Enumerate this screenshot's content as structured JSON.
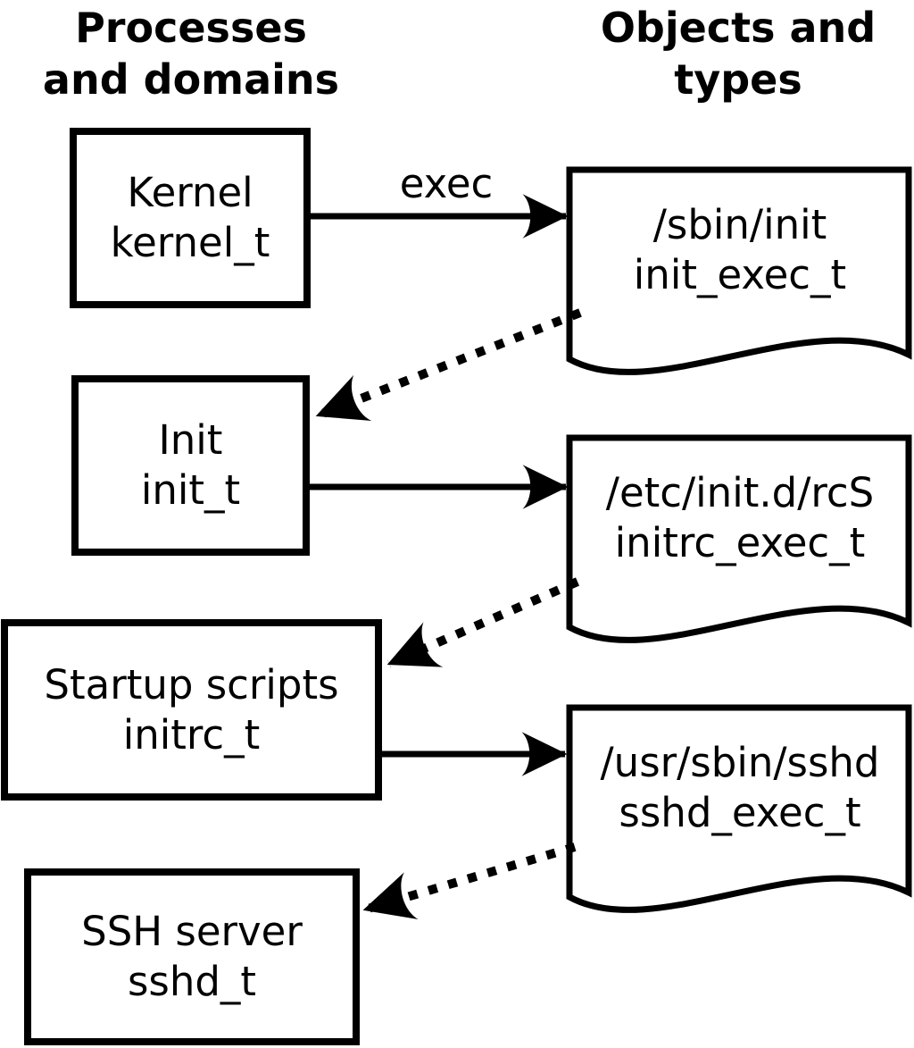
{
  "headers": {
    "left": {
      "line1": "Processes",
      "line2": "and domains"
    },
    "right": {
      "line1": "Objects and",
      "line2": "types"
    }
  },
  "processes": [
    {
      "name": "Kernel",
      "type": "kernel_t"
    },
    {
      "name": "Init",
      "type": "init_t"
    },
    {
      "name": "Startup scripts",
      "type": "initrc_t"
    },
    {
      "name": "SSH server",
      "type": "sshd_t"
    }
  ],
  "objects": [
    {
      "path": "/sbin/init",
      "type": "init_exec_t"
    },
    {
      "path": "/etc/init.d/rcS",
      "type": "initrc_exec_t"
    },
    {
      "path": "/usr/sbin/sshd",
      "type": "sshd_exec_t"
    }
  ],
  "labels": {
    "exec": "exec"
  },
  "colors": {
    "ink": "#000000",
    "paper": "#ffffff"
  }
}
